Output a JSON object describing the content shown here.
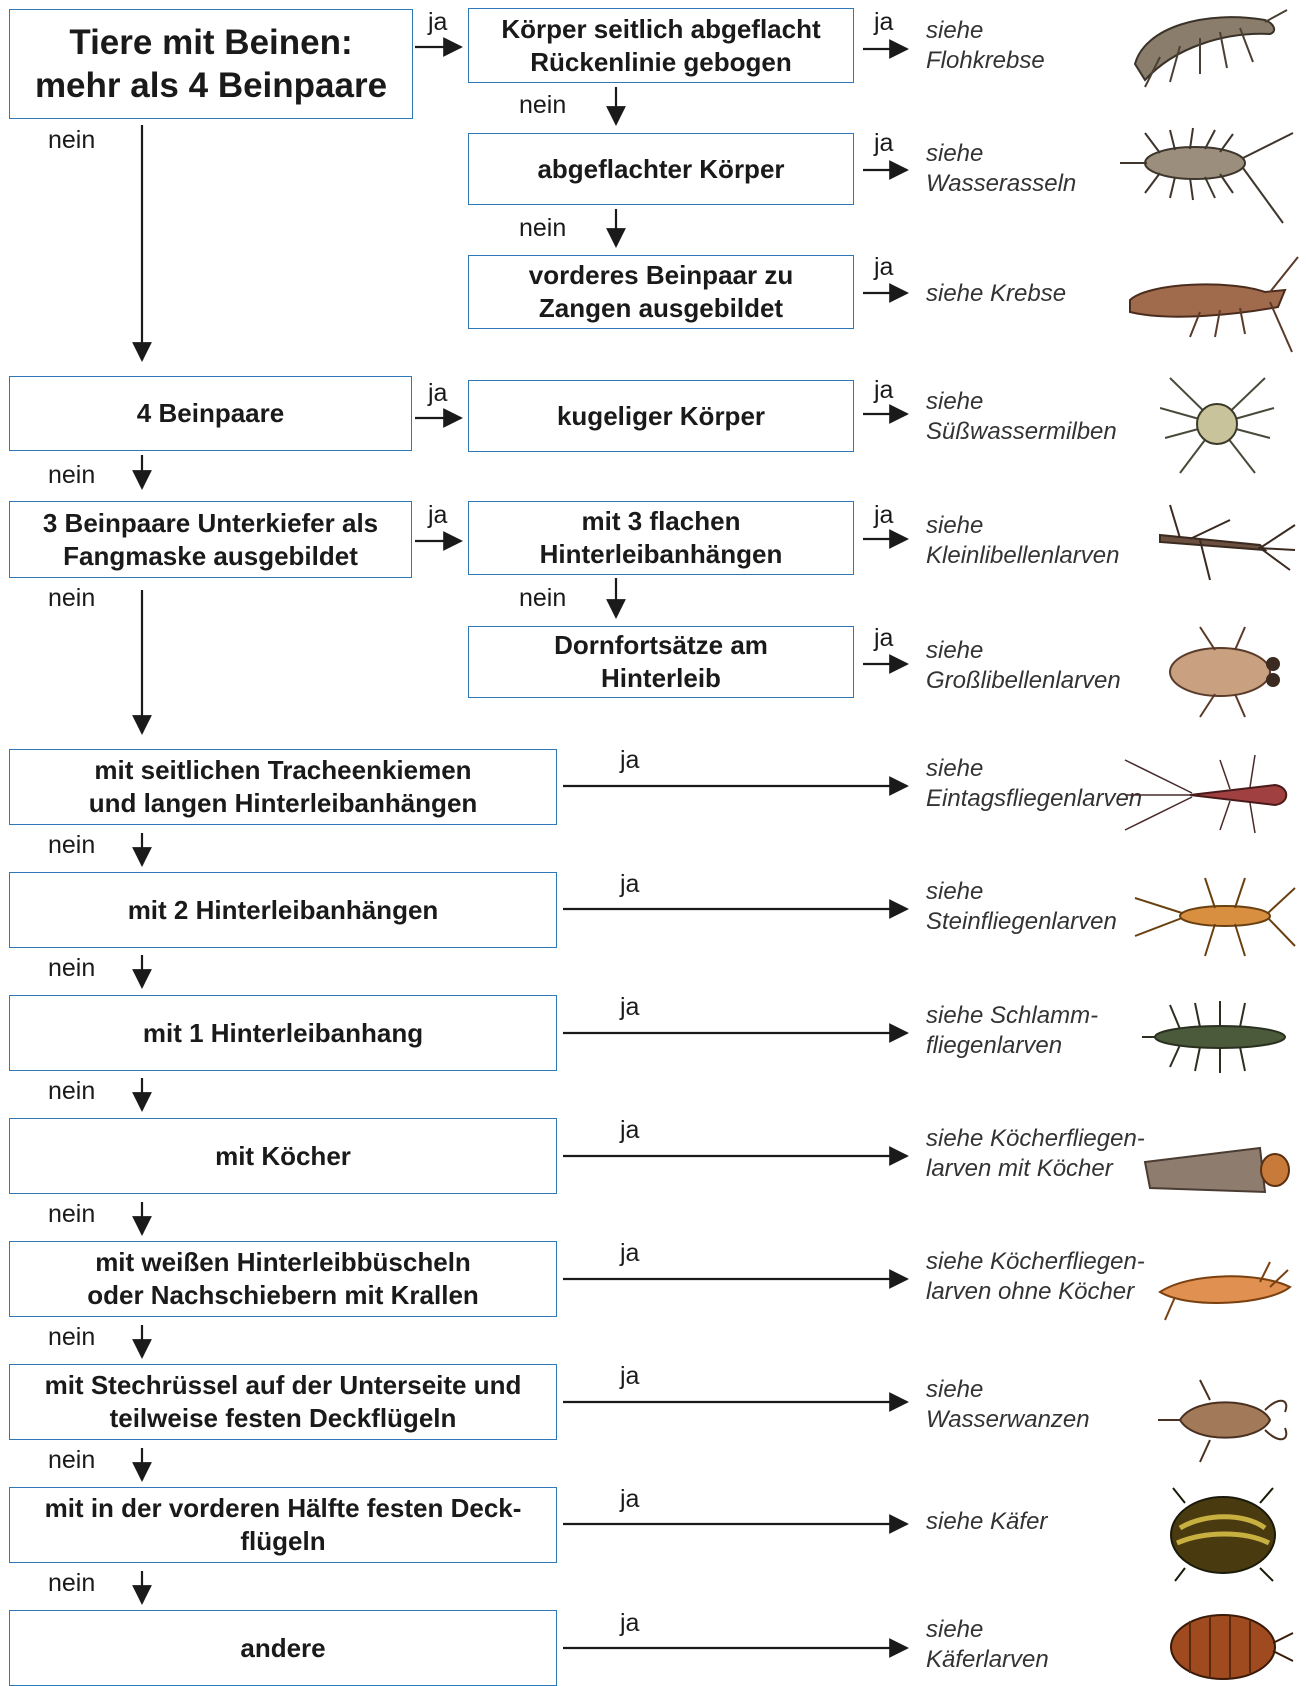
{
  "labels": {
    "yes": "ja",
    "no": "nein"
  },
  "colors": {
    "box_border": "#2f78b8",
    "arrow": "#1a1a1a"
  },
  "start": {
    "line1": "Tiere mit Beinen:",
    "line2": "mehr als 4 Beinpaare"
  },
  "q_body_flat": {
    "line1": "Körper seitlich abgeflacht",
    "line2": "Rückenlinie gebogen"
  },
  "q_flattened": {
    "line1": "abgeflachter Körper"
  },
  "q_claws": {
    "line1": "vorderes Beinpaar zu",
    "line2": "Zangen ausgebildet"
  },
  "q_four_pairs": {
    "line1": "4 Beinpaare"
  },
  "q_spherical": {
    "line1": "kugeliger Körper"
  },
  "q_three_pairs": {
    "line1": "3 Beinpaare Unterkiefer als",
    "line2": "Fangmaske ausgebildet"
  },
  "q_three_flat": {
    "line1": "mit 3 flachen",
    "line2": "Hinterleibanhängen"
  },
  "q_thorns": {
    "line1": "Dornfortsätze am",
    "line2": "Hinterleib"
  },
  "q_tracheal": {
    "line1": "mit seitlichen Tracheenkiemen",
    "line2": "und langen Hinterleibanhängen"
  },
  "q_two_app": {
    "line1": "mit 2 Hinterleibanhängen"
  },
  "q_one_app": {
    "line1": "mit 1 Hinterleibanhang"
  },
  "q_case": {
    "line1": "mit Köcher"
  },
  "q_tufts": {
    "line1": "mit weißen Hinterleibbüscheln",
    "line2": "oder Nachschiebern mit Krallen"
  },
  "q_proboscis": {
    "line1": "mit Stechrüssel auf der Unterseite und",
    "line2": "teilweise festen Deckflügeln"
  },
  "q_elytra": {
    "line1": "mit in der vorderen Hälfte festen Deck-",
    "line2": "flügeln"
  },
  "q_other": {
    "line1": "andere"
  },
  "results": {
    "flohkrebse": {
      "line1": "siehe",
      "line2": "Flohkrebse",
      "icon": "amphipod-icon"
    },
    "wasserasseln": {
      "line1": "siehe",
      "line2": "Wasserasseln",
      "icon": "water-louse-icon"
    },
    "krebse": {
      "line1": "siehe Krebse",
      "icon": "crayfish-icon"
    },
    "milben": {
      "line1": "siehe",
      "line2": "Süßwassermilben",
      "icon": "water-mite-icon"
    },
    "kleinlibellen": {
      "line1": "siehe",
      "line2": "Kleinlibellenlarven",
      "icon": "damselfly-larva-icon"
    },
    "grosslibellen": {
      "line1": "siehe",
      "line2": "Großlibellenlarven",
      "icon": "dragonfly-larva-icon"
    },
    "eintagsfliegen": {
      "line1": "siehe",
      "line2": "Eintagsfliegenlarven",
      "icon": "mayfly-larva-icon"
    },
    "steinfliegen": {
      "line1": "siehe",
      "line2": "Steinfliegenlarven",
      "icon": "stonefly-larva-icon"
    },
    "schlammfliegen": {
      "line1": "siehe Schlamm-",
      "line2": "fliegenlarven",
      "icon": "alderfly-larva-icon"
    },
    "koecher_mit": {
      "line1": "siehe Köcherfliegen-",
      "line2": "larven mit Köcher",
      "icon": "caddis-case-icon"
    },
    "koecher_ohne": {
      "line1": "siehe Köcherfliegen-",
      "line2": "larven ohne Köcher",
      "icon": "caddis-larva-icon"
    },
    "wanzen": {
      "line1": "siehe",
      "line2": "Wasserwanzen",
      "icon": "water-bug-icon"
    },
    "kaefer": {
      "line1": "siehe Käfer",
      "icon": "beetle-icon"
    },
    "kaeferlarven": {
      "line1": "siehe",
      "line2": "Käferlarven",
      "icon": "beetle-larva-icon"
    }
  }
}
